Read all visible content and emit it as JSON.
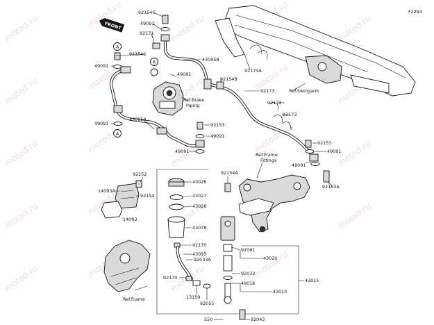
{
  "diagram_code": "F2293",
  "front_label": "FRONT",
  "circle_marker": "A",
  "watermarks": [
    "motod.ru",
    "motod.ru",
    "motod.ru",
    "motod.ru",
    "motod.ru",
    "motod.ru",
    "motod.ru",
    "motod.ru",
    "motod.ru",
    "motod.ru",
    "motod.ru",
    "motod.ru",
    "motod.ru",
    "motod.ru",
    "motod.ru",
    "motod.ru",
    "motod.ru",
    "motod.ru",
    "motod.ru",
    "motod.ru",
    "motod.ru",
    "motod.ru",
    "motod.ru",
    "motod.ru"
  ],
  "refs": {
    "brake_piping_1": "Ref.Brake",
    "brake_piping_2": "Piping",
    "swingarm": "Ref.Swingarm",
    "frame_fittings_1": "Ref.Frame",
    "frame_fittings_2": "Fittings",
    "frame": "Ref.Frame"
  },
  "parts": {
    "p92154C_top": "92154C",
    "p49091_a": "49091",
    "p92171": "92171",
    "p92154C_mid": "92154C",
    "p49091_b": "49091",
    "p49091_c": "49091",
    "p43095B": "43095B",
    "p92173A": "92173A",
    "p92154B": "92154B",
    "p92173_a": "92173",
    "p92173_b": "92173",
    "p92173_c": "92173",
    "p43095A": "43095A",
    "p49091_d": "49091",
    "p92153_a": "92153",
    "p49091_e": "49091",
    "p49091_f": "49091",
    "p92153_b": "92153",
    "p49091_g": "49091",
    "p49091_h": "49091",
    "p92153A": "92153A",
    "p92154A": "92154A",
    "p92152": "92152",
    "p92154": "92154",
    "p14093A": "14093A",
    "p14093": "14093",
    "p43026": "43026",
    "p43027": "43027",
    "p43028": "43028",
    "p43078": "43078",
    "p92170_a": "92170",
    "p43095": "43095",
    "p92033A": "92033A",
    "p92170_b": "92170",
    "p13159": "13159",
    "p92055": "92055",
    "p92081": "92081",
    "p43020": "43020",
    "p92033": "92033",
    "p49016": "49016",
    "p43010": "43010",
    "p43015": "43015",
    "p550": "550",
    "p92043": "92043"
  }
}
